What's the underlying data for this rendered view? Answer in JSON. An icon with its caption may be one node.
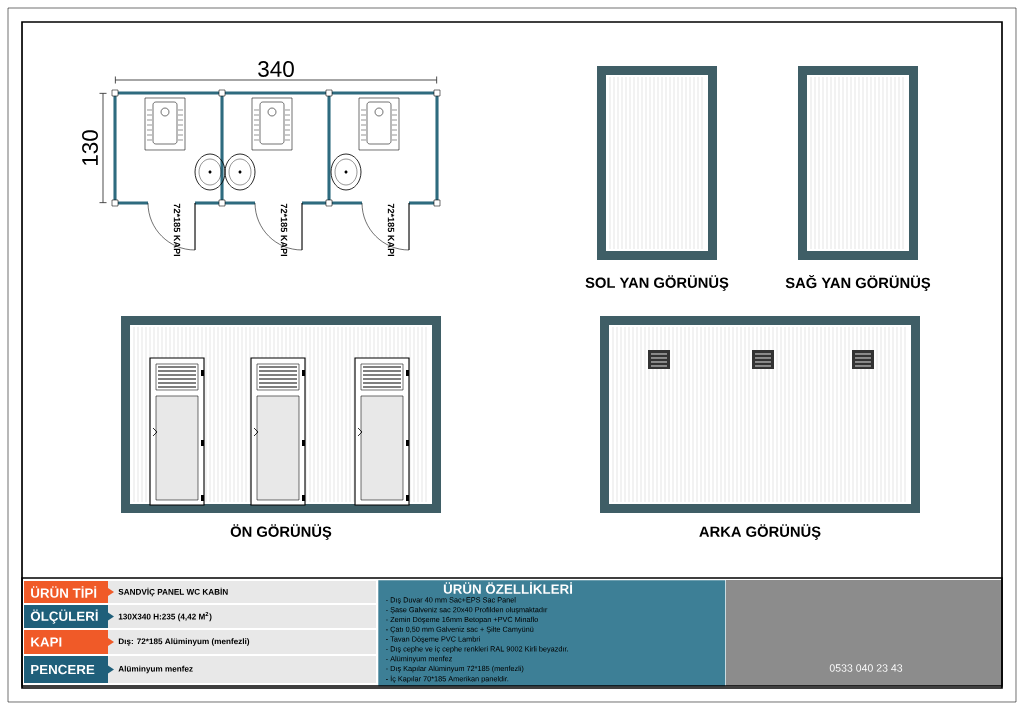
{
  "diagram": {
    "nodes": [
      {
        "text": [
          "ÜRÜN ÖZELLİKLERİ",
          "- Dış Duvar 40 mm Sac+EPS Sac Panel",
          "- Şase Galveniz sac 20x40 Profilden oluşmaktadır",
          "- Zemin Döşeme 16mm Betopan +PVC Minaflo",
          "- Çatı 0,50 mm Galveniz sac + Şilte Camyünü",
          "- Tavan Döşeme PVC Lambri",
          "- Dış cephe ve iç cephe renkleri RAL 9002 Kirli beyazdır.",
          "- Alüminyum menfez",
          "- Dış Kapılar Alüminyum 72*185 (menfezli)",
          "- İç Kapılar 70*185 Amerikan paneldir."
        ]
      }
    ],
    "edges": [],
    "labels": [
      "340",
      "130",
      "72*185 KAPI",
      "72*185 KAPI",
      "72*185 KAPI",
      "SOL YAN GÖRÜNÜŞ",
      "SAĞ YAN GÖRÜNÜŞ",
      "ÖN GÖRÜNÜŞ",
      "ARKA GÖRÜNÜŞ",
      "ÜRÜN TİPİ",
      "SANDVİÇ PANEL WC KABİN",
      "ÖLÇÜLERİ",
      "130X340 H:235 (4,42 M$^{2}$)",
      "KAPI",
      "Dış: 72*185 Alüminyum (menfezli)",
      "PENCERE",
      "Alüminyum menfez",
      "0533 040 23 43"
    ]
  }
}
